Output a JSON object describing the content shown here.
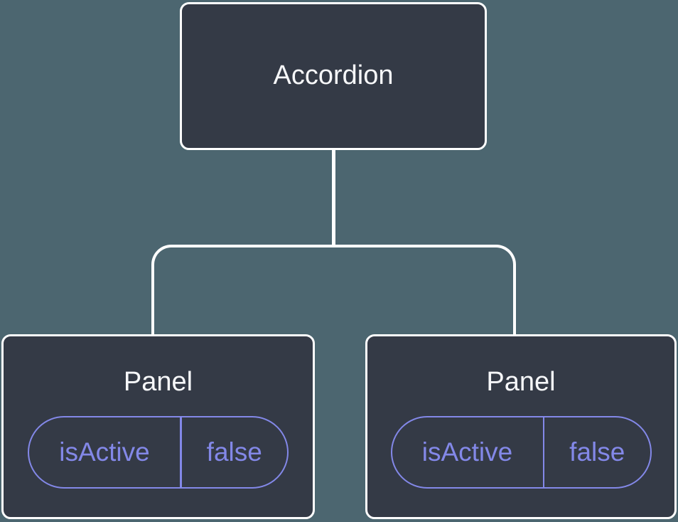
{
  "diagram": {
    "description": "Component tree: Accordion parent with two Panel children each holding isActive state",
    "colors": {
      "background": "#4c6670",
      "node_fill": "#343a46",
      "node_border": "#ffffff",
      "connector": "#ffffff",
      "node_text": "#f6f7f9",
      "state_accent": "#8388e8"
    },
    "root": {
      "label": "Accordion"
    },
    "children": [
      {
        "label": "Panel",
        "state": {
          "name": "isActive",
          "value": "false"
        }
      },
      {
        "label": "Panel",
        "state": {
          "name": "isActive",
          "value": "false"
        }
      }
    ]
  }
}
